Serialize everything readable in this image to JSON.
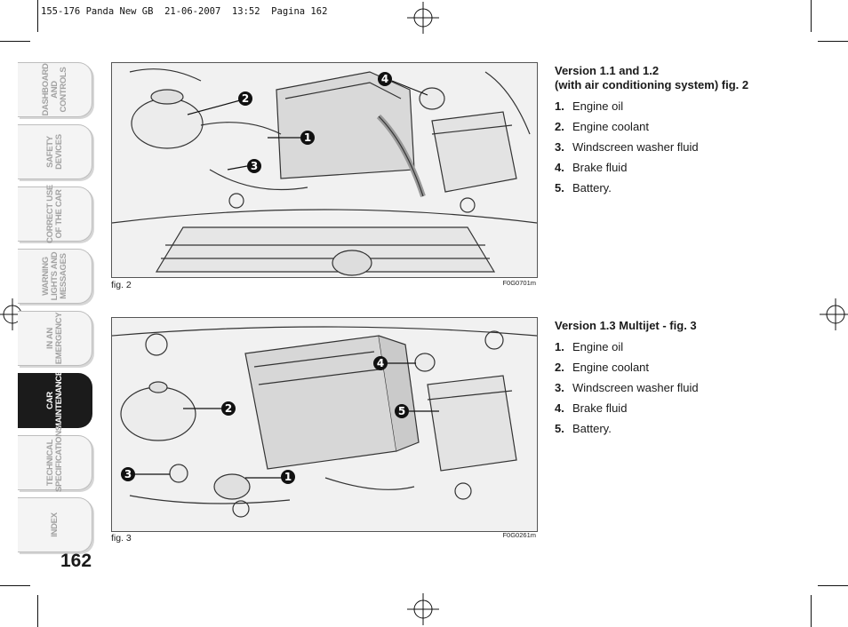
{
  "header": {
    "slug": "155-176 Panda New GB  21-06-2007  13:52  Pagina 162"
  },
  "tabs": [
    {
      "label": "DASHBOARD\nAND CONTROLS",
      "active": false
    },
    {
      "label": "SAFETY\nDEVICES",
      "active": false
    },
    {
      "label": "CORRECT USE\nOF THE CAR",
      "active": false
    },
    {
      "label": "WARNING\nLIGHTS AND\nMESSAGES",
      "active": false
    },
    {
      "label": "IN AN\nEMERGENCY",
      "active": false
    },
    {
      "label": "CAR\nMAINTENANCE",
      "active": true
    },
    {
      "label": "TECHNICAL\nSPECIFICATIONS",
      "active": false
    },
    {
      "label": "INDEX",
      "active": false
    }
  ],
  "page_number": "162",
  "figures": {
    "fig2": {
      "caption": "fig. 2",
      "code": "F0G0701m",
      "callouts": [
        "1",
        "2",
        "3",
        "4"
      ]
    },
    "fig3": {
      "caption": "fig. 3",
      "code": "F0G0261m",
      "callouts": [
        "1",
        "2",
        "3",
        "4",
        "5"
      ]
    }
  },
  "sections": [
    {
      "title": "Version 1.1 and 1.2\n(with air conditioning system) fig. 2",
      "items": [
        {
          "num": "1.",
          "text": "Engine oil"
        },
        {
          "num": "2.",
          "text": "Engine coolant"
        },
        {
          "num": "3.",
          "text": "Windscreen washer fluid"
        },
        {
          "num": "4.",
          "text": "Brake fluid"
        },
        {
          "num": "5.",
          "text": "Battery."
        }
      ]
    },
    {
      "title": "Version 1.3 Multijet - fig. 3",
      "items": [
        {
          "num": "1.",
          "text": "Engine oil"
        },
        {
          "num": "2.",
          "text": "Engine coolant"
        },
        {
          "num": "3.",
          "text": "Windscreen washer fluid"
        },
        {
          "num": "4.",
          "text": "Brake fluid"
        },
        {
          "num": "5.",
          "text": "Battery."
        }
      ]
    }
  ],
  "colors": {
    "active_tab": "#1b1b1b",
    "inactive_tab_text": "#a2a2a2",
    "figure_background": "#f1f1f1"
  }
}
